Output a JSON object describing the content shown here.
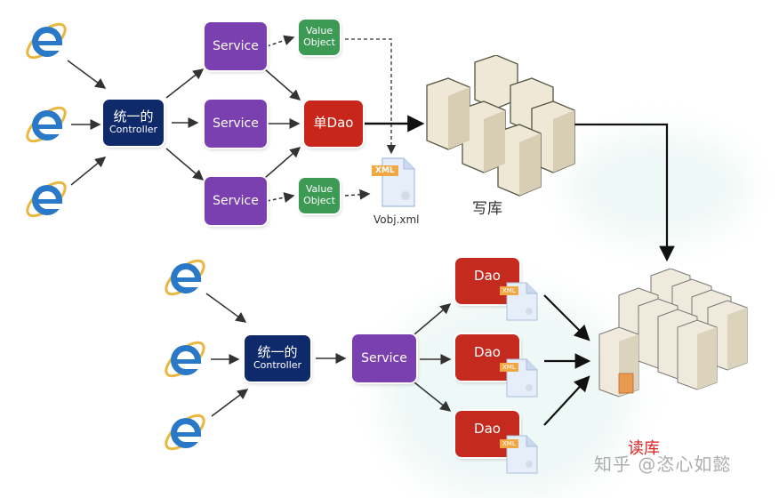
{
  "diagram": {
    "write_section": {
      "clients": [
        "browser",
        "browser",
        "browser"
      ],
      "controller": {
        "line1": "统一的",
        "line2": "Controller"
      },
      "services": [
        "Service",
        "Service",
        "Service"
      ],
      "value_objects": [
        {
          "line1": "Value",
          "line2": "Object"
        },
        {
          "line1": "Value",
          "line2": "Object"
        }
      ],
      "dao": "单Dao",
      "xml_file": {
        "badge": "XML",
        "name": "Vobj.xml"
      },
      "db_label": "写库"
    },
    "read_section": {
      "clients": [
        "browser",
        "browser",
        "browser"
      ],
      "controller": {
        "line1": "统一的",
        "line2": "Controller"
      },
      "service": "Service",
      "daos": [
        {
          "label": "Dao",
          "badge": "XML"
        },
        {
          "label": "Dao",
          "badge": "XML"
        },
        {
          "label": "Dao",
          "badge": "XML"
        }
      ],
      "db_label": "读库"
    },
    "watermark": "知乎 @恣心如懿",
    "colors": {
      "controller": "#0f2a6b",
      "service": "#7a40b0",
      "value_object": "#3c9a55",
      "dao": "#c42a1e",
      "read_db_label": "#e02020"
    }
  }
}
